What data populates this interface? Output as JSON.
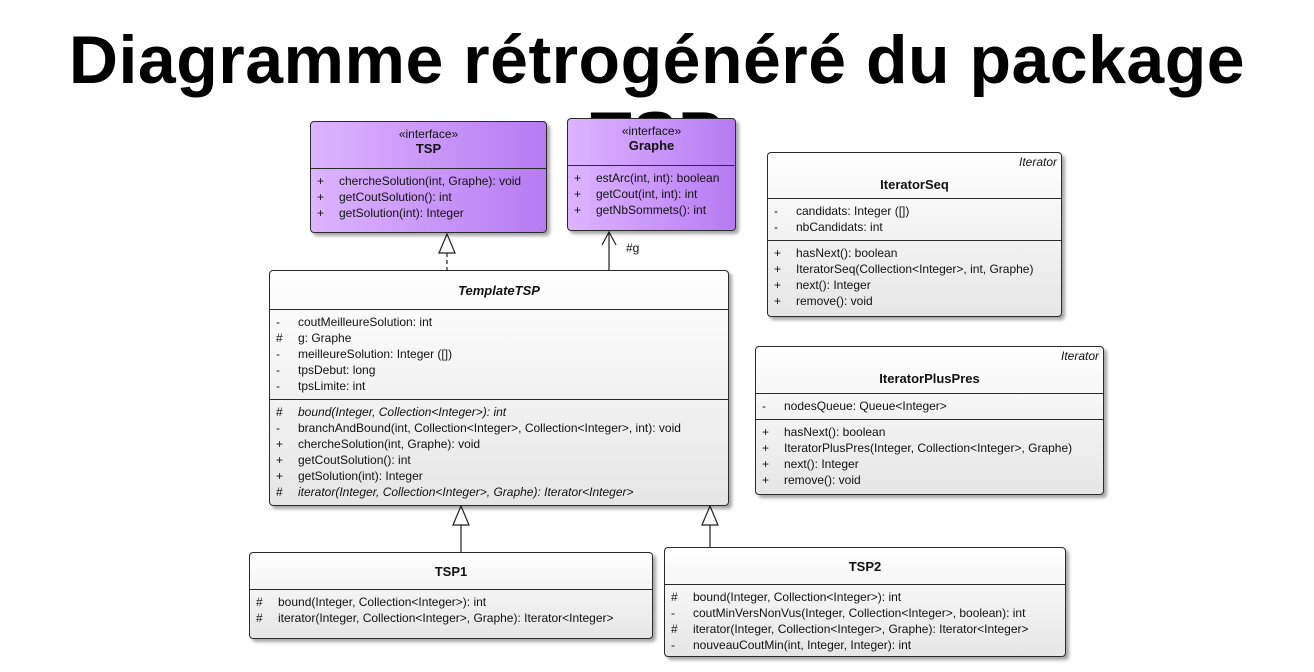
{
  "title": "Diagramme rétrogénéré du package TSP",
  "classes": {
    "tsp": {
      "stereotype": "«interface»",
      "name": "TSP",
      "methods": [
        {
          "vis": "+",
          "text": "chercheSolution(int, Graphe): void"
        },
        {
          "vis": "+",
          "text": "getCoutSolution(): int"
        },
        {
          "vis": "+",
          "text": "getSolution(int): Integer"
        }
      ]
    },
    "graphe": {
      "stereotype": "«interface»",
      "name": "Graphe",
      "methods": [
        {
          "vis": "+",
          "text": "estArc(int, int): boolean"
        },
        {
          "vis": "+",
          "text": "getCout(int, int): int"
        },
        {
          "vis": "+",
          "text": "getNbSommets(): int"
        }
      ]
    },
    "iteratorSeq": {
      "superclass": "Iterator",
      "name": "IteratorSeq",
      "attributes": [
        {
          "vis": "-",
          "text": "candidats: Integer ([])"
        },
        {
          "vis": "-",
          "text": "nbCandidats: int"
        }
      ],
      "methods": [
        {
          "vis": "+",
          "text": "hasNext(): boolean"
        },
        {
          "vis": "+",
          "text": "IteratorSeq(Collection<Integer>, int, Graphe)"
        },
        {
          "vis": "+",
          "text": "next(): Integer"
        },
        {
          "vis": "+",
          "text": "remove(): void"
        }
      ]
    },
    "iteratorPlusPres": {
      "superclass": "Iterator",
      "name": "IteratorPlusPres",
      "attributes": [
        {
          "vis": "-",
          "text": "nodesQueue: Queue<Integer>"
        }
      ],
      "methods": [
        {
          "vis": "+",
          "text": "hasNext(): boolean"
        },
        {
          "vis": "+",
          "text": "IteratorPlusPres(Integer, Collection<Integer>, Graphe)"
        },
        {
          "vis": "+",
          "text": "next(): Integer"
        },
        {
          "vis": "+",
          "text": "remove(): void"
        }
      ]
    },
    "templateTSP": {
      "name": "TemplateTSP",
      "attributes": [
        {
          "vis": "-",
          "text": "coutMeilleureSolution: int"
        },
        {
          "vis": "#",
          "text": "g: Graphe"
        },
        {
          "vis": "-",
          "text": "meilleureSolution: Integer ([])"
        },
        {
          "vis": "-",
          "text": "tpsDebut: long"
        },
        {
          "vis": "-",
          "text": "tpsLimite: int"
        }
      ],
      "methods": [
        {
          "vis": "#",
          "text": "bound(Integer, Collection<Integer>): int",
          "abstract": true
        },
        {
          "vis": "-",
          "text": "branchAndBound(int, Collection<Integer>, Collection<Integer>, int): void"
        },
        {
          "vis": "+",
          "text": "chercheSolution(int, Graphe): void"
        },
        {
          "vis": "+",
          "text": "getCoutSolution(): int"
        },
        {
          "vis": "+",
          "text": "getSolution(int): Integer"
        },
        {
          "vis": "#",
          "text": "iterator(Integer, Collection<Integer>, Graphe): Iterator<Integer>",
          "abstract": true
        }
      ]
    },
    "tsp1": {
      "name": "TSP1",
      "methods": [
        {
          "vis": "#",
          "text": "bound(Integer, Collection<Integer>): int"
        },
        {
          "vis": "#",
          "text": "iterator(Integer, Collection<Integer>, Graphe): Iterator<Integer>"
        }
      ]
    },
    "tsp2": {
      "name": "TSP2",
      "methods": [
        {
          "vis": "#",
          "text": "bound(Integer, Collection<Integer>): int"
        },
        {
          "vis": "-",
          "text": "coutMinVersNonVus(Integer, Collection<Integer>, boolean): int"
        },
        {
          "vis": "#",
          "text": "iterator(Integer, Collection<Integer>, Graphe): Iterator<Integer>"
        },
        {
          "vis": "-",
          "text": "nouveauCoutMin(int, Integer, Integer): int"
        }
      ]
    }
  },
  "association_label": "#g"
}
